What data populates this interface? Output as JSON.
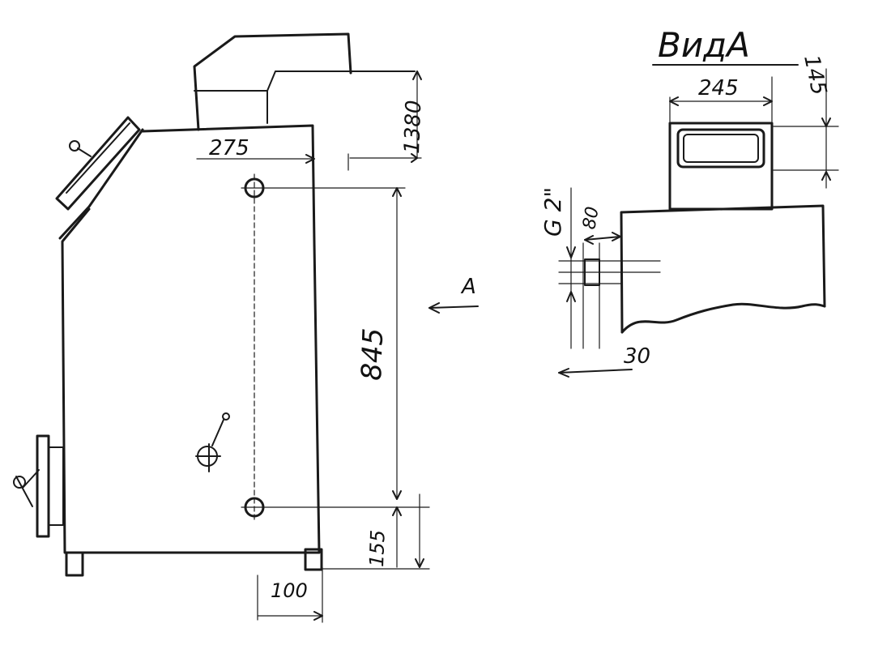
{
  "side_view": {
    "dim_1380": "1380",
    "dim_275": "275",
    "dim_845": "845",
    "dim_155": "155",
    "dim_100": "100",
    "arrow_label": "A"
  },
  "view_a": {
    "title": "ВидА",
    "dim_245": "245",
    "dim_145": "145",
    "dim_g2": "G 2\"",
    "dim_80": "80",
    "dim_30": "30"
  }
}
